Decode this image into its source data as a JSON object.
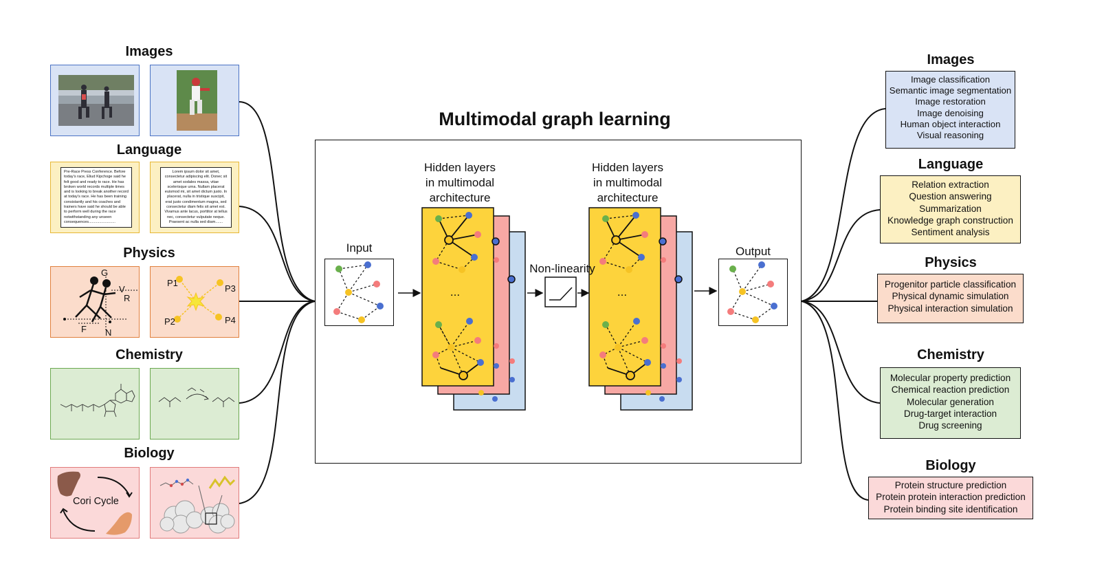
{
  "title": "Multimodal graph learning",
  "input_label": "Input",
  "output_label": "Output",
  "hidden_label_line1": "Hidden layers",
  "hidden_label_line2": "in multimodal",
  "hidden_label_line3": "architecture",
  "nonlinearity_label": "Non-linearity",
  "ellipsis": "...",
  "left": {
    "images": "Images",
    "language": "Language",
    "physics": "Physics",
    "chemistry": "Chemistry",
    "biology": "Biology",
    "doc1": "Pre-Race Press Conference. Before today's race, Eliud Kipchoge said he felt good and ready to race. He has broken world records multiple times and is looking to break another record at today's race. He has been training consistantly and his coaches and trainers have said he should be able to perform well during the race notwithstanding any unseen consequences.........................",
    "doc2": "Lorem ipsum dolor sit amet, consectetur adipiscing elit. Donec sit amet sodales massa, vitae scelerisque urna. Nullam placerat euismod mi, sit amet dictum justo. In placerat, nulla in tristique suscipit, erat justo condimentum magna, sed consectetur diam felis sit amet est. Vivamus ante lacus, porttitor at tellus nec, consectetur vulputate neque. Praesent ac nulla sed diam.......",
    "physics_labels": {
      "g": "G",
      "v": "V",
      "r": "R",
      "f": "F",
      "n": "N"
    },
    "particles": {
      "p1": "P1",
      "p2": "P2",
      "p3": "P3",
      "p4": "P4"
    },
    "cori_cycle": "Cori Cycle"
  },
  "right": {
    "images": {
      "title": "Images",
      "tasks": [
        "Image classification",
        "Semantic image segmentation",
        "Image restoration",
        "Image denoising",
        "Human object interaction",
        "Visual reasoning"
      ]
    },
    "language": {
      "title": "Language",
      "tasks": [
        "Relation extraction",
        "Question answering",
        "Summarization",
        "Knowledge graph construction",
        "Sentiment analysis"
      ]
    },
    "physics": {
      "title": "Physics",
      "tasks": [
        "Progenitor particle classification",
        "Physical dynamic simulation",
        "Physical interaction simulation"
      ]
    },
    "chemistry": {
      "title": "Chemistry",
      "tasks": [
        "Molecular property prediction",
        "Chemical reaction prediction",
        "Molecular generation",
        "Drug-target interaction",
        "Drug screening"
      ]
    },
    "biology": {
      "title": "Biology",
      "tasks": [
        "Protein structure prediction",
        "Protein protein interaction prediction",
        "Protein binding site identification"
      ]
    }
  },
  "colors": {
    "node_green": "#6ab04c",
    "node_blue": "#4a6fd0",
    "node_red": "#f47c7c",
    "node_yellow": "#f6c324",
    "layer_yellow": "#fdd33c",
    "layer_red": "#f7a8a4",
    "layer_blue": "#c8dcf0"
  }
}
